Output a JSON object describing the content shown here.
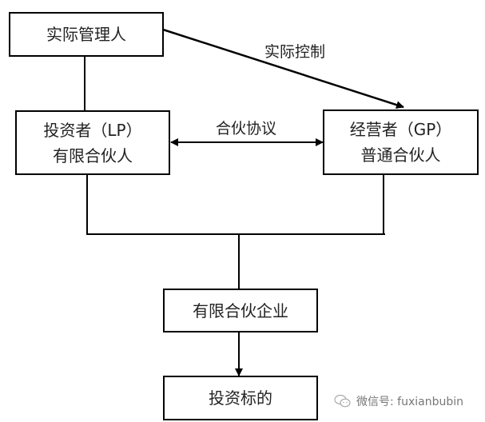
{
  "nodes": {
    "actual_manager": "实际管理人",
    "lp_line1": "投资者（LP）",
    "lp_line2": "有限合伙人",
    "gp_line1": "经营者（GP）",
    "gp_line2": "普通合伙人",
    "lp_enterprise": "有限合伙企业",
    "investment_target": "投资标的"
  },
  "edges": {
    "actual_control": "实际控制",
    "partnership_agreement": "合伙协议"
  },
  "watermark": {
    "icon": "wechat-icon",
    "text": "微信号: fuxianbubin"
  }
}
